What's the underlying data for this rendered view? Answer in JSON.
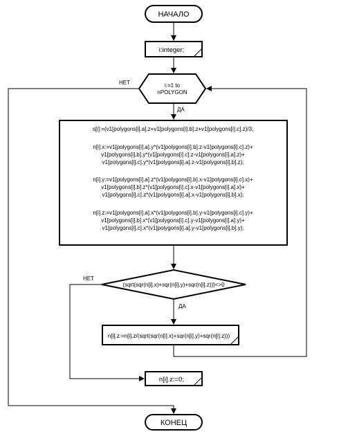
{
  "start": "НАЧАЛО",
  "declare": "i:integer;",
  "loop": {
    "line1": "i:=1 to",
    "line2": "nPOLYGON",
    "no": "НЕТ",
    "yes": "ДА"
  },
  "compute": {
    "s_line": "s[i]:=(v1[polygons[i].a].z+v1[polygons[i].b].z+v1[polygons[i].c].z)/3;",
    "nx": [
      "n[i].x:=v1[polygons[i].a].y*(v1[polygons[i].b].z-v1[polygons[i].c].z)+",
      "v1[polygons[i].b].y*(v1[polygons[i].c].z-v1[polygons[i].a].z)+",
      "v1[polygons[i].c].y*(v1[polygons[i].a].z-v1[polygons[i].b].z);"
    ],
    "ny": [
      "n[i].y:=v1[polygons[i].a].z*(v1[polygons[i].b].x-v1[polygons[i].c].x)+",
      "v1[polygons[i].b].z*(v1[polygons[i].c].x-v1[polygons[i].a].x)+",
      "v1[polygons[i].c].z*(v1[polygons[i].a].x-v1[polygons[i].b].x);"
    ],
    "nz": [
      "n[i].z:=v1[polygons[i].a].x*(v1[polygons[i].b].y-v1[polygons[i].c].y)+",
      "v1[polygons[i].b].x*(v1[polygons[i].c].y-v1[polygons[i].a].y)+",
      "v1[polygons[i].c].x*(v1[polygons[i].a].y-v1[polygons[i].b].y);"
    ]
  },
  "condition": {
    "text": "(sqrt(sqr(n[i].x)+sqr(n[i].y)+sqr(n[i].z)))<>0",
    "no": "НЕТ",
    "yes": "ДА"
  },
  "normalize": "n[i].z:=n[i].z/(sqrt(sqr(n[i].x)+sqr(n[i].y)+sqr(n[i].z)))",
  "zero": "n[i].z:=0;",
  "end": "КОНЕЦ"
}
